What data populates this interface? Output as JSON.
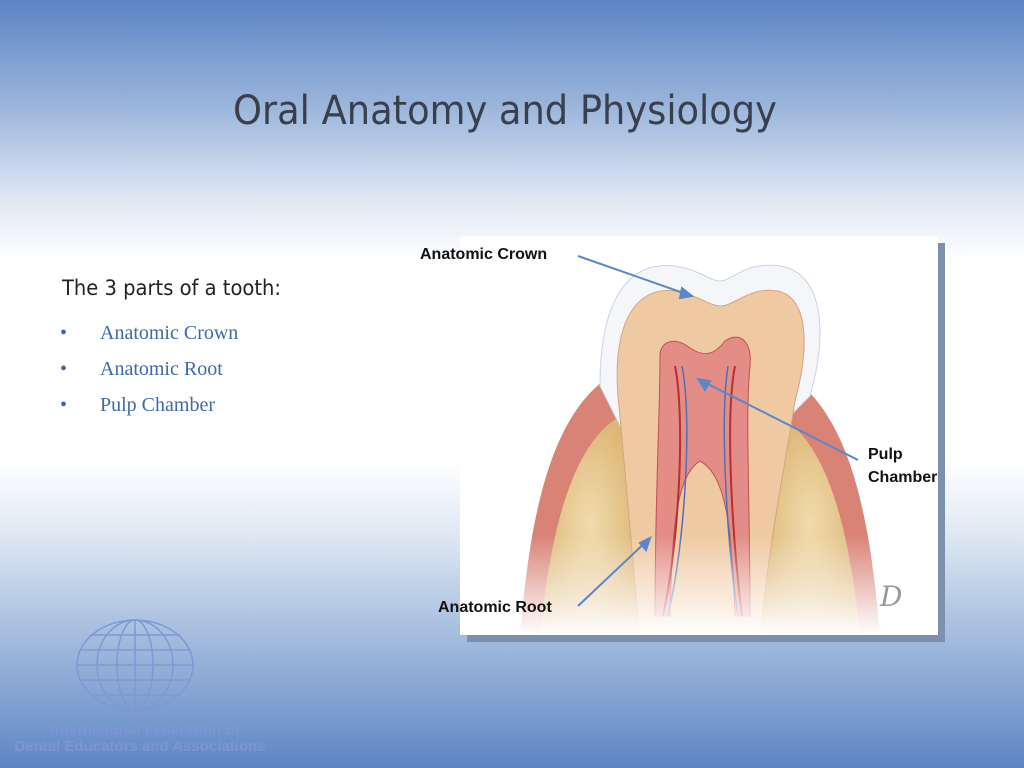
{
  "slide": {
    "title": "Oral Anatomy and Physiology",
    "subtitle": "The 3 parts of a tooth:",
    "bullets": [
      "Anatomic Crown",
      "Anatomic Root",
      "Pulp Chamber"
    ]
  },
  "diagram": {
    "labels": {
      "crown": "Anatomic Crown",
      "pulp_line1": "Pulp",
      "pulp_line2": "Chamber",
      "root": "Anatomic Root"
    },
    "arrow_color": "#5b87c8"
  },
  "logo": {
    "line1": "International Federation of",
    "line2": "Dental Educators and Associations"
  }
}
